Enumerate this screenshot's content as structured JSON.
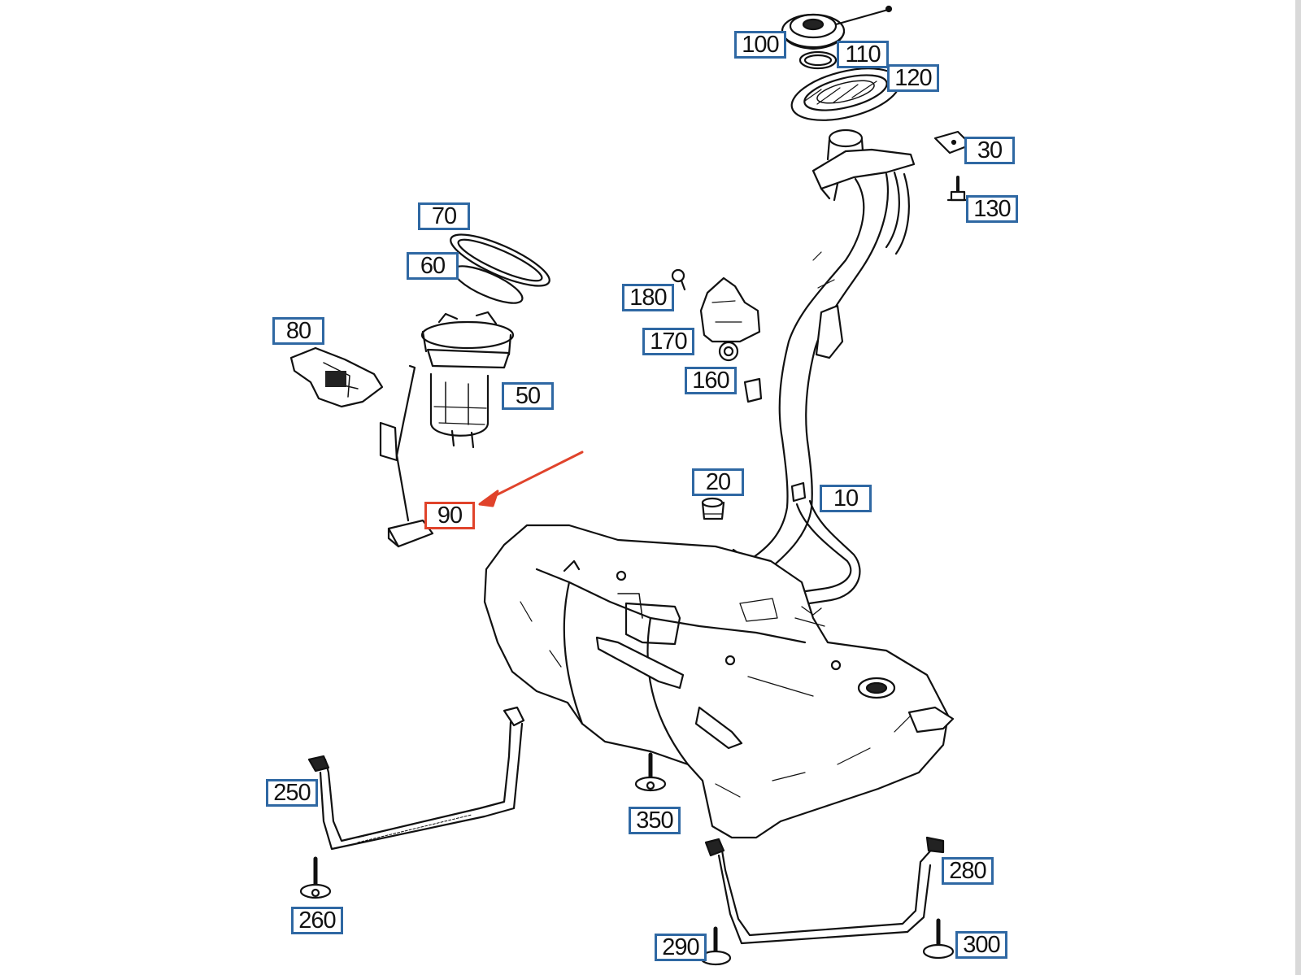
{
  "diagram": {
    "callouts": [
      {
        "id": "100",
        "label": "100"
      },
      {
        "id": "110",
        "label": "110"
      },
      {
        "id": "120",
        "label": "120"
      },
      {
        "id": "30",
        "label": "30"
      },
      {
        "id": "130",
        "label": "130"
      },
      {
        "id": "70",
        "label": "70"
      },
      {
        "id": "60",
        "label": "60"
      },
      {
        "id": "180",
        "label": "180"
      },
      {
        "id": "170",
        "label": "170"
      },
      {
        "id": "80",
        "label": "80"
      },
      {
        "id": "160",
        "label": "160"
      },
      {
        "id": "50",
        "label": "50"
      },
      {
        "id": "20",
        "label": "20"
      },
      {
        "id": "10",
        "label": "10"
      },
      {
        "id": "90",
        "label": "90"
      },
      {
        "id": "250",
        "label": "250"
      },
      {
        "id": "350",
        "label": "350"
      },
      {
        "id": "280",
        "label": "280"
      },
      {
        "id": "260",
        "label": "260"
      },
      {
        "id": "290",
        "label": "290"
      },
      {
        "id": "300",
        "label": "300"
      }
    ],
    "highlighted_callout": "90",
    "colors": {
      "callout_border": "#2f68a3",
      "highlight": "#e0432b",
      "line_art": "#111111"
    }
  }
}
